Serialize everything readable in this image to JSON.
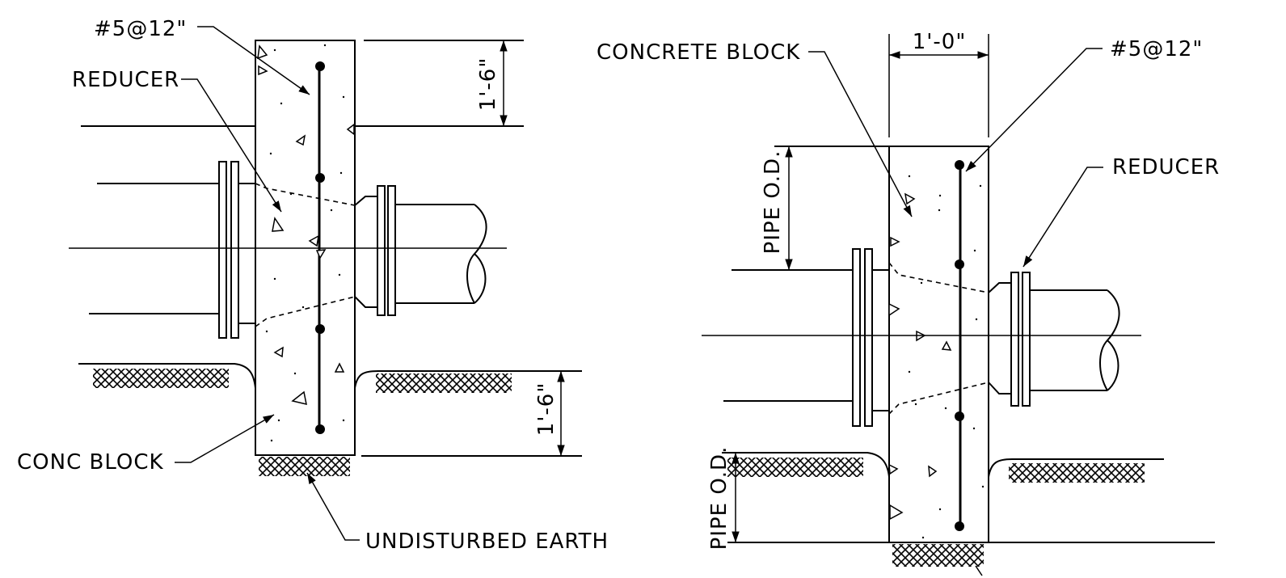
{
  "left_detail": {
    "rebar_label": "#5@12\"",
    "reducer_label": "REDUCER",
    "block_label": "CONC BLOCK",
    "earth_label": "UNDISTURBED EARTH",
    "dim_top": "1'-6\"",
    "dim_bottom": "1'-6\""
  },
  "right_detail": {
    "block_label": "CONCRETE BLOCK",
    "width_dim": "1'-0\"",
    "rebar_label": "#5@12\"",
    "reducer_label": "REDUCER",
    "upper_dim": "PIPE O.D.",
    "lower_dim": "PIPE O.D."
  }
}
